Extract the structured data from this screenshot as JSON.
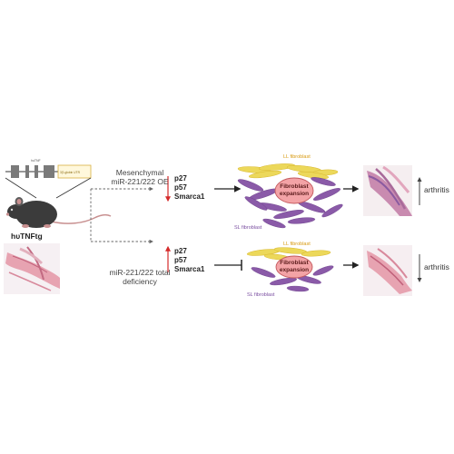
{
  "mouse": {
    "label": "hυTNFtg",
    "transgene_label": "huTNF",
    "utr_label": "3'β-globin UTR"
  },
  "pathway_top": {
    "condition": [
      "Mesenchymal",
      "miR-221/222 OE"
    ],
    "genes": [
      "p27",
      "p57",
      "Smarca1"
    ],
    "gene_change": "down",
    "ll_label": "LL fibroblast",
    "sl_label": "SL fibroblast",
    "expansion_label": [
      "Fibroblast",
      "expansion"
    ],
    "outcome": "arthritis",
    "outcome_change": "up"
  },
  "pathway_bottom": {
    "condition": [
      "miR-221/222 total",
      "deficiency"
    ],
    "genes": [
      "p27",
      "p57",
      "Smarca1"
    ],
    "gene_change": "up",
    "ll_label": "LL fibroblast",
    "sl_label": "SL fibroblast",
    "expansion_label": [
      "Fibroblast",
      "expansion"
    ],
    "outcome": "arthritis",
    "outcome_change": "down"
  },
  "colors": {
    "red_arrow": "#d42a2a",
    "ll_fibroblast": "#e8d24a",
    "sl_fibroblast": "#8a5aa8",
    "expansion_oval": "#f3a3a6",
    "tissue": "#e9a6b2"
  }
}
